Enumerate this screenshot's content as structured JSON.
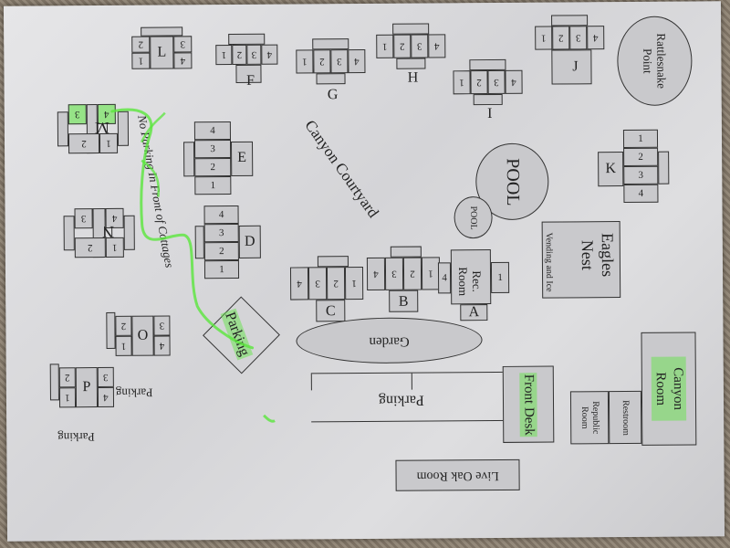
{
  "cottages": {
    "L": {
      "name": "L",
      "units": [
        "1",
        "2",
        "3",
        "4"
      ]
    },
    "F": {
      "name": "F",
      "units": [
        "1",
        "2",
        "3",
        "4"
      ]
    },
    "G": {
      "name": "G",
      "units": [
        "1",
        "2",
        "3",
        "4"
      ]
    },
    "H": {
      "name": "H",
      "units": [
        "1",
        "2",
        "3",
        "4"
      ]
    },
    "I": {
      "name": "I",
      "units": [
        "1",
        "2",
        "3",
        "4"
      ]
    },
    "J": {
      "name": "J",
      "units": [
        "1",
        "2",
        "3",
        "4"
      ]
    },
    "K": {
      "name": "K",
      "units": [
        "1",
        "2",
        "3",
        "4"
      ]
    },
    "M": {
      "name": "M",
      "units": [
        "1",
        "2",
        "3",
        "4"
      ]
    },
    "E": {
      "name": "E",
      "units": [
        "1",
        "2",
        "3",
        "4"
      ]
    },
    "N": {
      "name": "N",
      "units": [
        "1",
        "2",
        "3",
        "4"
      ]
    },
    "D": {
      "name": "D",
      "units": [
        "1",
        "2",
        "3",
        "4"
      ]
    },
    "C": {
      "name": "C",
      "units": [
        "1",
        "2",
        "3",
        "4"
      ]
    },
    "B": {
      "name": "B",
      "units": [
        "1",
        "2",
        "3",
        "4"
      ]
    },
    "A": {
      "name": "A",
      "units": [
        "1",
        "4"
      ]
    },
    "O": {
      "name": "O",
      "units": [
        "1",
        "2",
        "3",
        "4"
      ]
    },
    "P": {
      "name": "P",
      "units": [
        "1",
        "2",
        "3",
        "4"
      ]
    }
  },
  "places": {
    "rattlesnake": "Rattlesnake Point",
    "pool": "POOL",
    "pool_small": "POOL",
    "courtyard": "Canyon Courtyard",
    "no_parking": "No Parking In Front of Cottages",
    "eagles_nest": "Eagles Nest",
    "vending": "Vending and Ice",
    "rec_room": "Rec. Room",
    "garden": "Garden",
    "parking_diamond": "Parking",
    "parking_main": "Parking",
    "parking_o": "Parking",
    "parking_p": "Parking",
    "front_desk": "Front Desk",
    "canyon_room": "Canyon Room",
    "restroom": "Restroom",
    "republic_room": "Republic Room",
    "live_oak": "Live Oak Room"
  },
  "colors": {
    "highlight": "#5ae63c",
    "building": "#c9c9cc",
    "ink": "#222222"
  }
}
